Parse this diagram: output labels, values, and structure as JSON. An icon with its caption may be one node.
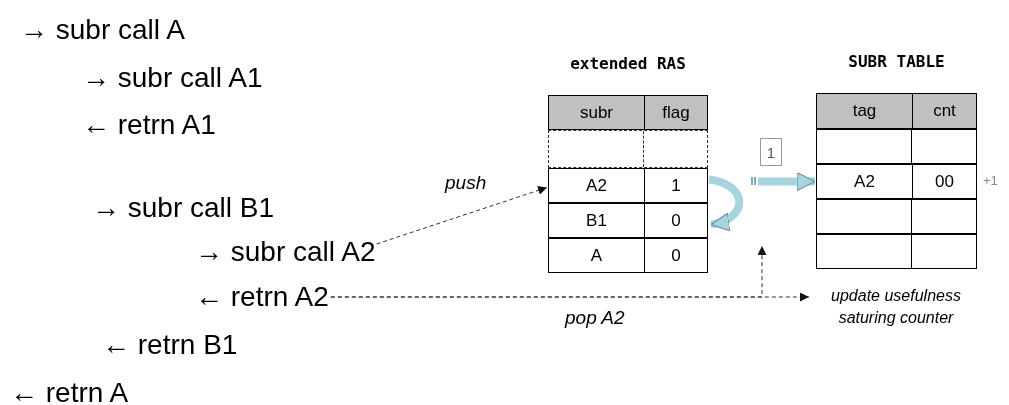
{
  "diagram": {
    "nodes": [
      {
        "text": [
          "extended RAS"
        ]
      },
      {
        "text": [
          "subr",
          "flag"
        ],
        "in": 0
      },
      {
        "text": [],
        "shape": "box",
        "in": 0
      },
      {
        "text": [
          "A2",
          "1"
        ],
        "in": 0
      },
      {
        "text": [
          "B1",
          "0"
        ],
        "in": 0
      },
      {
        "text": [
          "A",
          "0"
        ],
        "in": 0
      },
      {
        "text": [
          "1"
        ]
      },
      {
        "text": [
          "SUBR TABLE"
        ]
      },
      {
        "text": [
          "tag",
          "cnt"
        ],
        "in": 7
      },
      {
        "text": [],
        "shape": "box",
        "in": 7
      },
      {
        "text": [
          "A2",
          "00"
        ],
        "in": 7,
        "beside": [
          "+1"
        ]
      },
      {
        "text": [],
        "shape": "box",
        "in": 7
      },
      {
        "text": [],
        "shape": "box",
        "in": 7
      },
      {
        "text": [
          "→ subr call A2"
        ]
      },
      {
        "text": [
          "← retrn A2"
        ]
      },
      {
        "text": [
          "update usefulness saturing counter"
        ]
      }
    ],
    "edges": [
      {
        "from": 13,
        "to": 3,
        "arrow": "to",
        "style": "dashed",
        "label": "push"
      },
      {
        "from": 3,
        "to": 4,
        "arrow": "to",
        "style": "thick",
        "color": "#a8d4de"
      },
      {
        "from": 14,
        "to": 15,
        "arrow": "to",
        "style": "dashed",
        "label": "pop A2"
      },
      {
        "from": 14,
        "to": null,
        "arrow": "to",
        "style": "dashed"
      },
      {
        "from": null,
        "to": 10,
        "arrow": "to",
        "style": "thick",
        "color": "#a8d4de"
      }
    ],
    "labels": [
      "→ subr call A",
      "→ subr call A1",
      "← retrn A1",
      "→ subr call B1",
      "← retrn B1",
      "← retrn A"
    ]
  }
}
